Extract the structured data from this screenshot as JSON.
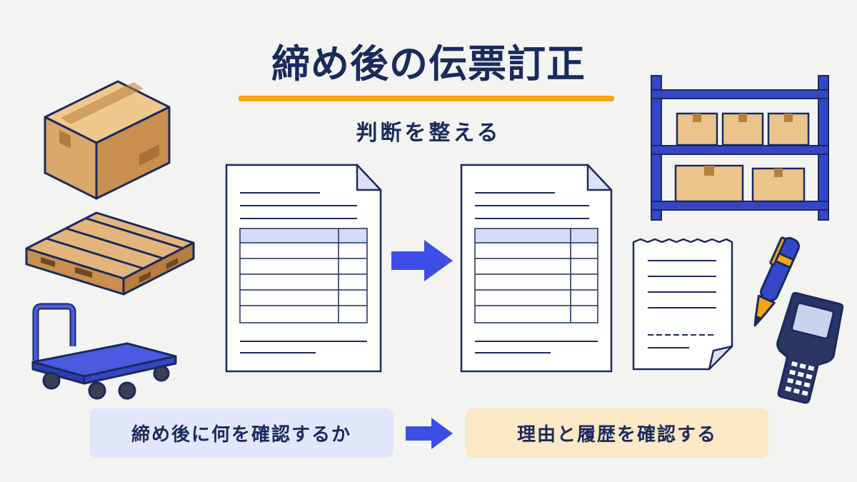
{
  "title": "締め後の伝票訂正",
  "subtitle": "判断を整える",
  "bottom_left_label": "締め後に何を確認するか",
  "bottom_right_label": "理由と履歴を確認する",
  "colors": {
    "navy": "#1b2a5c",
    "accent_orange": "#f2a516",
    "arrow_blue": "#3d4ee6",
    "cardboard": "#d9a86b",
    "shelf_blue": "#3646c8",
    "table_header_blue": "#d5dcf7",
    "left_label_bg": "#e2e6fa",
    "right_label_bg": "#fbe8c4"
  },
  "icons": [
    "cardboard-box-icon",
    "pallet-icon",
    "hand-truck-cart-icon",
    "document-before-icon",
    "arrow-right-icon",
    "document-after-icon",
    "storage-shelf-icon",
    "receipt-icon",
    "pen-icon",
    "handheld-scanner-icon"
  ]
}
